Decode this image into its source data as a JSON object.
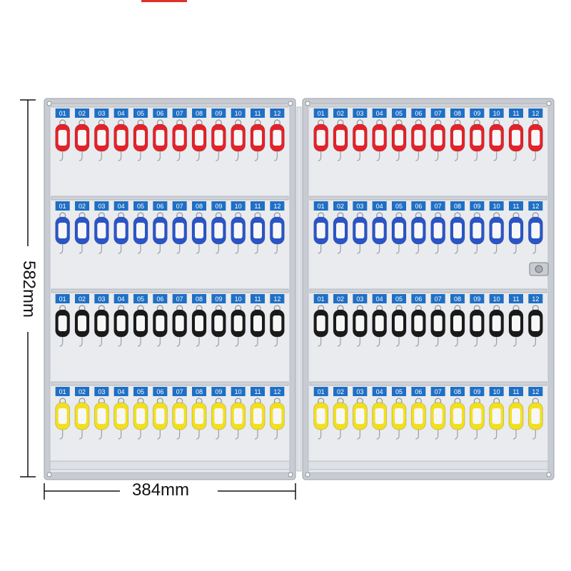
{
  "dimensions": {
    "width_label": "384mm",
    "height_label": "582mm"
  },
  "cabinet": {
    "doors": 2,
    "rows_per_door": 4,
    "hooks_per_row": 12,
    "hook_numbers": [
      "01",
      "02",
      "03",
      "04",
      "05",
      "06",
      "07",
      "08",
      "09",
      "10",
      "11",
      "12"
    ],
    "row_tag_colors": [
      "#e3222a",
      "#2a55c8",
      "#1a1a1a",
      "#f2e01e"
    ],
    "label_color": "#1f6fc4",
    "panel_color": "#e9ebee",
    "frame_color": "#c8ccd2"
  }
}
